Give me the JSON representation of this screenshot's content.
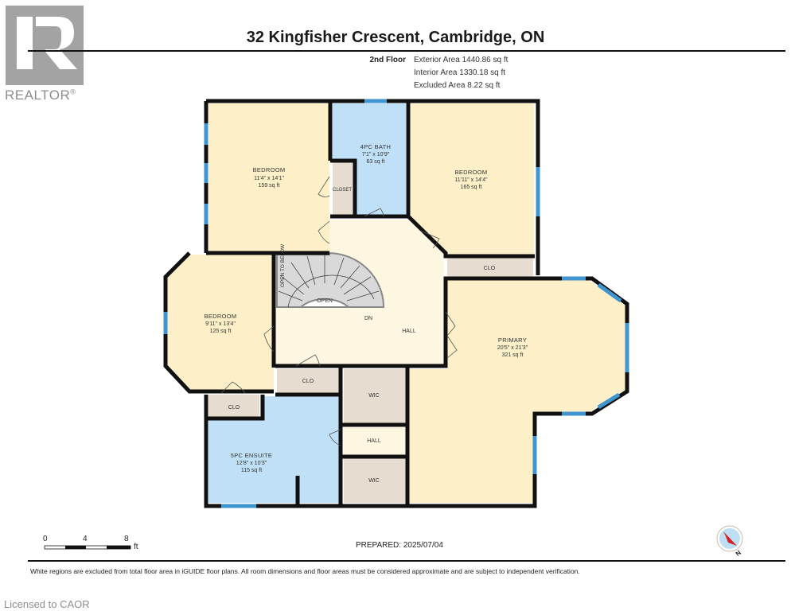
{
  "logo": {
    "name": "REALTOR",
    "mark": "R",
    "registered": "®"
  },
  "header": {
    "title": "32 Kingfisher Crescent, Cambridge, ON",
    "floor_label": "2nd Floor",
    "areas": [
      "Exterior Area 1440.86 sq ft",
      "Interior Area 1330.18 sq ft",
      "Excluded Area 8.22 sq ft"
    ]
  },
  "colors": {
    "bedroom_fill": "#fdf0c8",
    "bath_fill": "#bfe0f7",
    "closet_fill": "#e6ddd0",
    "hall_fill": "#fdf7e1",
    "wall": "#111111",
    "window": "#3f95cf",
    "stairs": "#d9d9d9"
  },
  "rooms": {
    "bedroom_nw": {
      "name": "BEDROOM",
      "dims": "11'4\" x 14'1\"",
      "area": "159 sq ft"
    },
    "bath_4pc": {
      "name": "4PC BATH",
      "dims": "7'1\" x 10'9\"",
      "area": "63 sq ft"
    },
    "bedroom_ne": {
      "name": "BEDROOM",
      "dims": "11'11\" x 14'4\"",
      "area": "165 sq ft"
    },
    "bedroom_w": {
      "name": "BEDROOM",
      "dims": "9'11\" x 13'4\"",
      "area": "125 sq ft"
    },
    "primary": {
      "name": "PRIMARY",
      "dims": "20'5\" x 21'3\"",
      "area": "321 sq ft"
    },
    "ensuite_5pc": {
      "name": "5PC ENSUITE",
      "dims": "12'8\" x 10'3\"",
      "area": "115 sq ft"
    },
    "closet_small": {
      "name": "CLOSET"
    },
    "clo_ne": {
      "name": "CLO"
    },
    "clo_center": {
      "name": "CLO"
    },
    "clo_sw": {
      "name": "CLO"
    },
    "wic_top": {
      "name": "WIC"
    },
    "wic_bottom": {
      "name": "WIC"
    },
    "hall_small": {
      "name": "HALL"
    },
    "hall_main": {
      "name": "HALL"
    },
    "stairs_dn": {
      "name": "DN"
    },
    "stairs_open": {
      "name": "OPEN"
    },
    "open_to_below": {
      "name": "OPEN TO BELOW"
    }
  },
  "scale_bar": {
    "ticks": [
      "0",
      "4",
      "8"
    ],
    "unit": "ft"
  },
  "prepared": "PREPARED: 2025/07/04",
  "compass": {
    "label": "N"
  },
  "disclaimer": "White regions are excluded from total floor area in iGUIDE floor plans. All room dimensions and floor areas must be considered approximate and are subject to independent verification.",
  "footer": {
    "licensed": "Licensed to CAOR"
  }
}
